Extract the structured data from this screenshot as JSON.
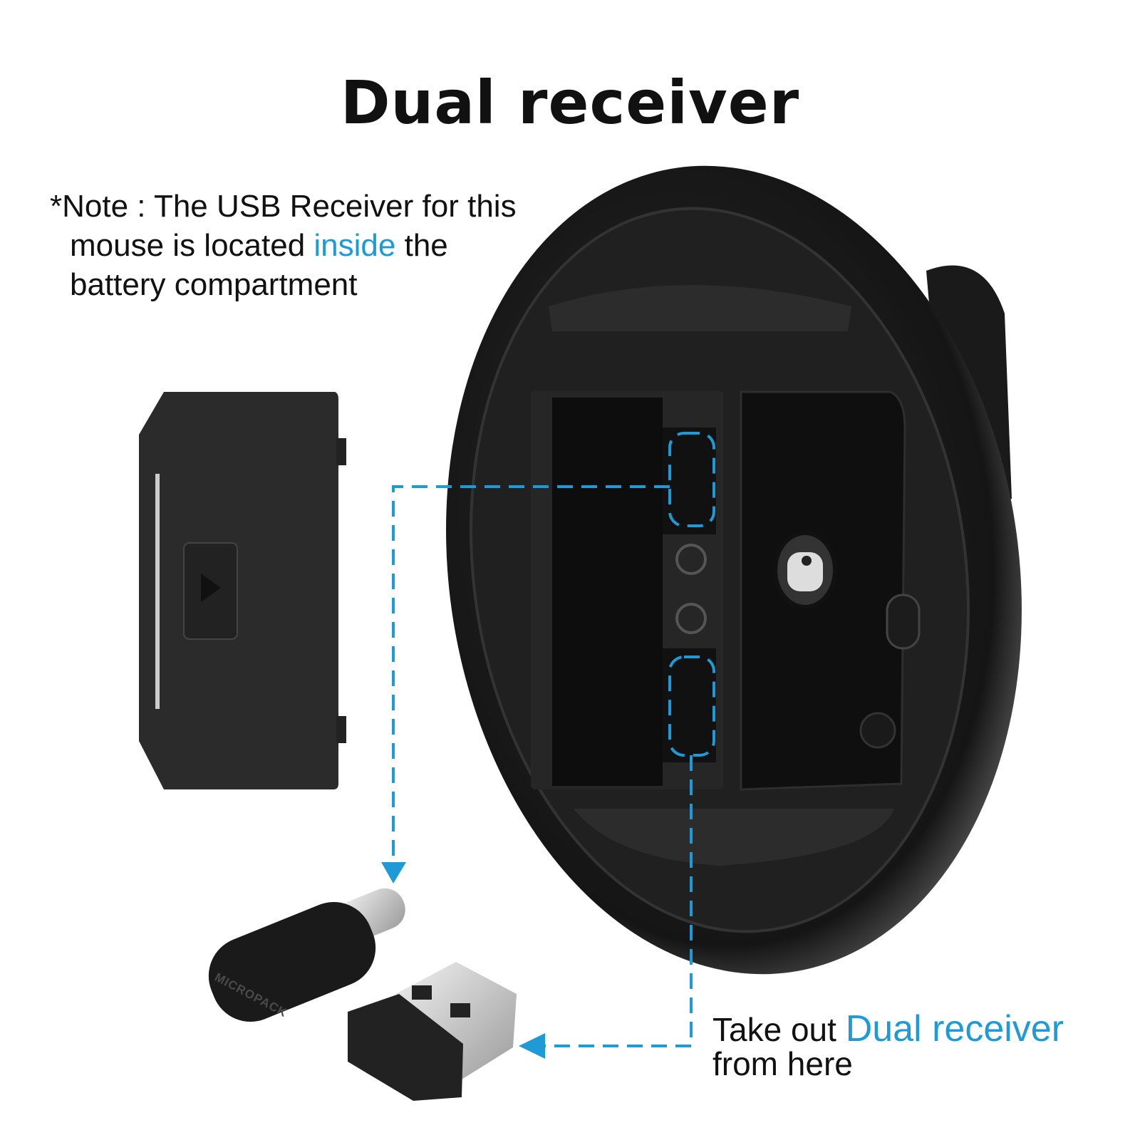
{
  "title": "Dual receiver",
  "note": {
    "line1": "*Note : The USB Receiver for this",
    "line2_pre": "mouse is located ",
    "line2_highlight": "inside",
    "line2_post": " the",
    "line3": "battery compartment"
  },
  "callout": {
    "pre": "Take out ",
    "highlight": "Dual receiver",
    "line2": "from here"
  },
  "receiver_brand": "MICROPACK",
  "colors": {
    "accent": "#1e9ad6",
    "text": "#111111",
    "product": "#1c1c1c"
  }
}
